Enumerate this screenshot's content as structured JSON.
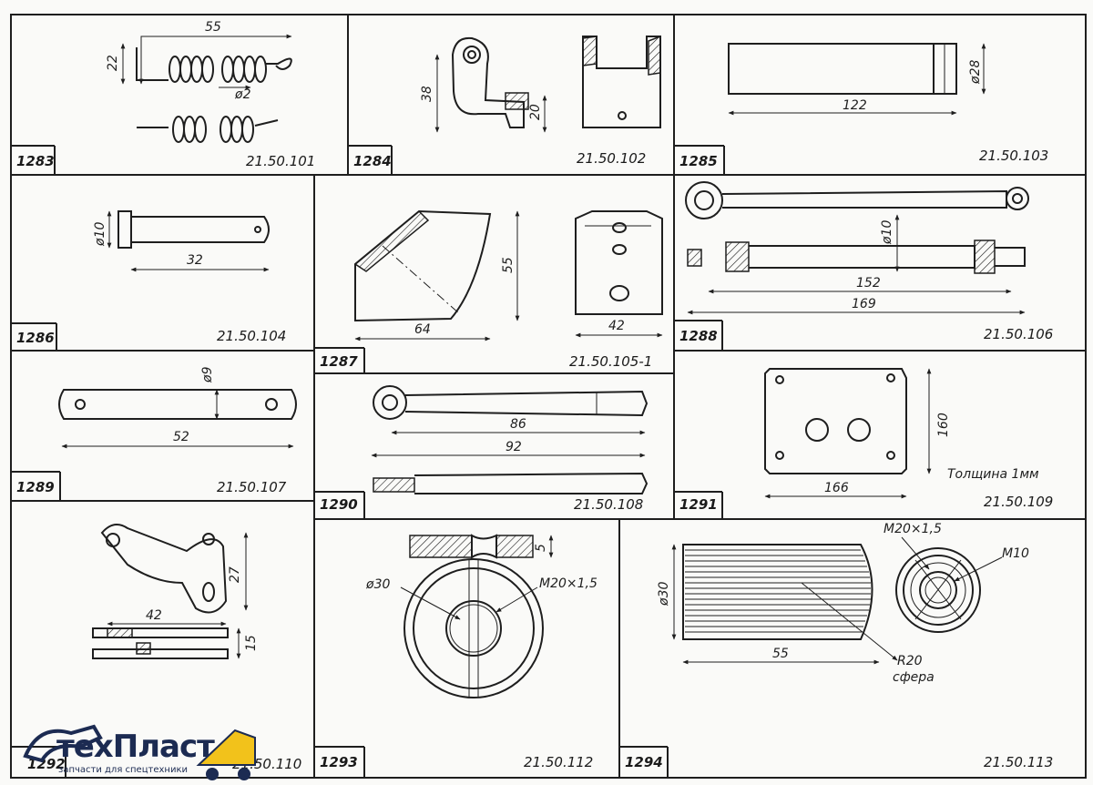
{
  "parts": [
    {
      "num": "1283",
      "code": "21.50.101",
      "dims": [
        "55",
        "22",
        "ø2"
      ]
    },
    {
      "num": "1284",
      "code": "21.50.102",
      "dims": [
        "38",
        "20"
      ]
    },
    {
      "num": "1285",
      "code": "21.50.103",
      "dims": [
        "122",
        "ø28"
      ]
    },
    {
      "num": "1286",
      "code": "21.50.104",
      "dims": [
        "ø10",
        "32"
      ]
    },
    {
      "num": "1287",
      "code": "21.50.105-1",
      "dims": [
        "55",
        "64",
        "42"
      ]
    },
    {
      "num": "1288",
      "code": "21.50.106",
      "dims": [
        "ø10",
        "152",
        "169"
      ]
    },
    {
      "num": "1289",
      "code": "21.50.107",
      "dims": [
        "ø9",
        "52"
      ]
    },
    {
      "num": "1290",
      "code": "21.50.108",
      "dims": [
        "86",
        "92"
      ]
    },
    {
      "num": "1291",
      "code": "21.50.109",
      "dims": [
        "160",
        "166"
      ],
      "note": "Толщина 1мм"
    },
    {
      "num": "1292",
      "code": "21.50.110",
      "dims": [
        "27",
        "42",
        "15"
      ]
    },
    {
      "num": "1293",
      "code": "21.50.112",
      "dims": [
        "5",
        "ø30",
        "M20×1,5"
      ]
    },
    {
      "num": "1294",
      "code": "21.50.113",
      "dims": [
        "M20×1,5",
        "M10",
        "ø30",
        "55",
        "R20",
        "сфера"
      ]
    }
  ],
  "logo": {
    "name": "техПласт",
    "tagline": "запчасти для спецтехники"
  },
  "colors": {
    "line": "#1e1e1e",
    "paper": "#fafaf8",
    "logo_blue": "#1c2b52",
    "logo_yellow": "#f2c21b"
  }
}
